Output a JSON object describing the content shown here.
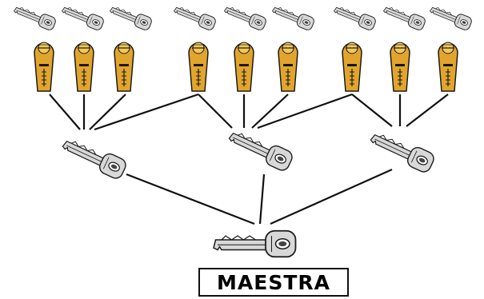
{
  "diagram": {
    "master_label": "MAESTRA",
    "colors": {
      "lines": "#111111",
      "key_body": "#d8d8d8",
      "key_outline": "#1a1a1a",
      "cylinder_brass": "#e2a52c",
      "cylinder_outline": "#1a1a1a"
    },
    "icons": {
      "key": "key-icon",
      "cylinder": "lock-cylinder-icon"
    },
    "hierarchy": {
      "master_key_count": 1,
      "group_key_count": 3,
      "cylinders_per_group": 3,
      "cylinder_count": 9,
      "individual_key_count": 9
    }
  }
}
